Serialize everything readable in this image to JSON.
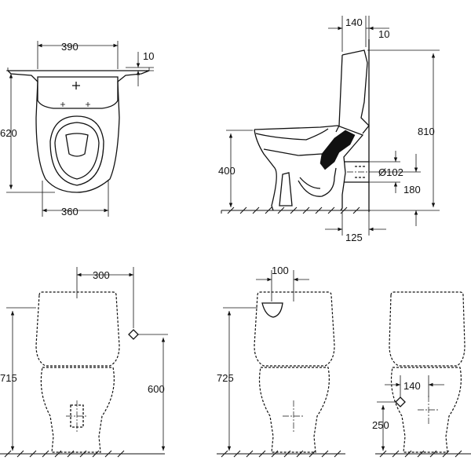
{
  "dimensions": {
    "top_width": "390",
    "top_offset": "10",
    "top_depth": "620",
    "top_seat_width": "360",
    "side_tank_depth": "140",
    "side_tank_offset": "10",
    "side_total_height": "810",
    "side_bowl_height": "400",
    "side_outlet_diameter": "Ø102",
    "side_outlet_height": "180",
    "side_outlet_distance": "125",
    "front_inlet_offset": "300",
    "front_total_height": "715",
    "front_inlet_height": "600",
    "back_flush_width": "100",
    "back_total_height": "725",
    "rear_fixing_spacing": "140",
    "rear_fixing_height": "250"
  }
}
